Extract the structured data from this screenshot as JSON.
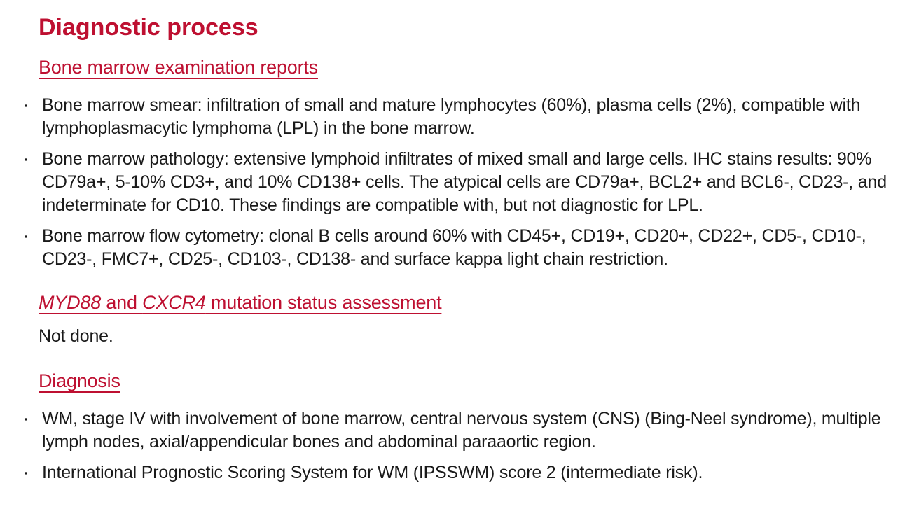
{
  "colors": {
    "accent": "#be1031",
    "text": "#1a1a1a",
    "background": "#ffffff"
  },
  "bullet_glyph": "▪",
  "slide": {
    "title": "Diagnostic process"
  },
  "sections": {
    "bone_marrow": {
      "heading": "Bone marrow examination reports",
      "bullets": [
        "Bone marrow smear: infiltration of small and mature lymphocytes (60%), plasma cells (2%), compatible with lymphoplasmacytic lymphoma (LPL) in the bone marrow.",
        "Bone marrow pathology: extensive lymphoid infiltrates of mixed small and large cells. IHC stains results: 90% CD79a+, 5-10% CD3+, and 10% CD138+ cells. The atypical cells are CD79a+, BCL2+ and BCL6-, CD23-, and indeterminate for CD10. These findings are compatible with, but not diagnostic for LPL.",
        "Bone marrow flow cytometry: clonal B cells around 60% with CD45+, CD19+, CD20+, CD22+, CD5-, CD10-, CD23-, FMC7+, CD25-, CD103-, CD138- and surface kappa light chain restriction."
      ]
    },
    "mutation": {
      "heading_gene1": "MYD88",
      "heading_mid": " and ",
      "heading_gene2": "CXCR4",
      "heading_rest": " mutation status assessment",
      "body": "Not done."
    },
    "diagnosis": {
      "heading": "Diagnosis",
      "bullets": [
        "WM, stage IV with involvement of bone marrow, central nervous system (CNS) (Bing-Neel syndrome), mul­tiple lymph nodes, axial/appendicular bones and abdominal paraaortic region.",
        "International Prognostic Scoring System for WM (IPSSWM) score 2 (intermediate risk)."
      ]
    }
  }
}
